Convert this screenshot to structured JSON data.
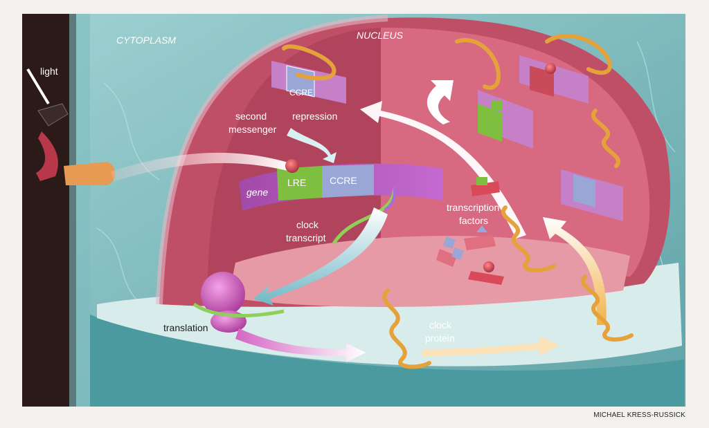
{
  "regions": {
    "cytoplasm": "CYTOPLASM",
    "nucleus": "NUCLEUS"
  },
  "labels": {
    "light": "light",
    "second_messenger_line1": "second",
    "second_messenger_line2": "messenger",
    "repression": "repression",
    "gene": "gene",
    "lre": "LRE",
    "ccre": "CCRE",
    "ccre_small": "CCRE",
    "clock_transcript_line1": "clock",
    "clock_transcript_line2": "transcript",
    "transcription_factors_line1": "transcription",
    "transcription_factors_line2": "factors",
    "translation": "translation",
    "clock_protein_line1": "clock",
    "clock_protein_line2": "protein"
  },
  "credit": "MICHAEL KRESS-RUSSICK",
  "colors": {
    "cytoplasm": "#8fc6c8",
    "nucleus": "#c8566e",
    "nucleus_inner": "#e07a8a",
    "membrane": "#dfeff0",
    "protein": "#e6a23a",
    "lre_green": "#7fbf3f",
    "ccre_blue": "#9aa6d6",
    "gene_purple": "#b04fb0",
    "ribosome": "#c653b8"
  }
}
